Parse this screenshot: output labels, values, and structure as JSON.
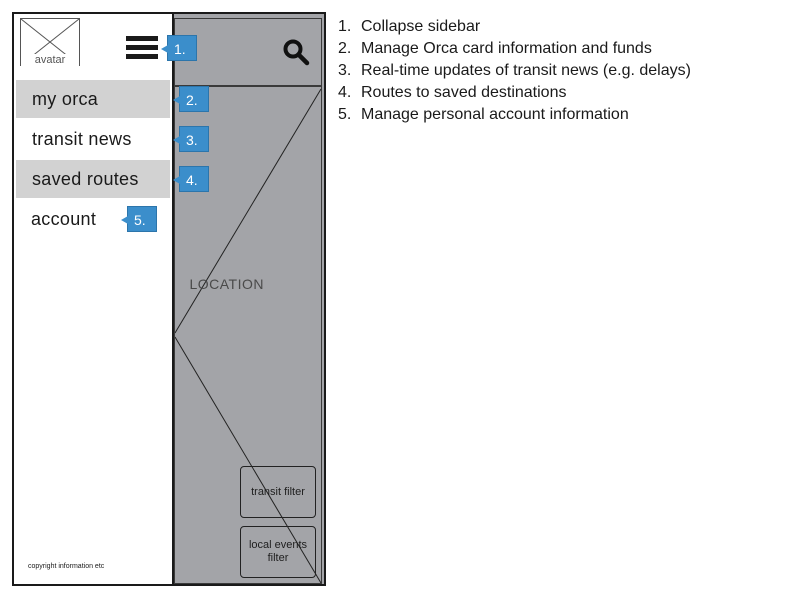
{
  "sidebar": {
    "avatar_label": "avatar",
    "menu_icon": "hamburger-menu-icon",
    "items": [
      {
        "label": "my orca"
      },
      {
        "label": "transit news"
      },
      {
        "label": "saved routes"
      },
      {
        "label": "account"
      }
    ],
    "footer": "copyright information etc"
  },
  "map": {
    "search_icon": "search-icon",
    "location_label": "LOCATION",
    "filters": [
      {
        "label": "transit filter"
      },
      {
        "label": "local events filter"
      }
    ]
  },
  "callouts": [
    "1.",
    "2.",
    "3.",
    "4.",
    "5."
  ],
  "legend": [
    {
      "number": "1.",
      "text": "Collapse sidebar"
    },
    {
      "number": "2.",
      "text": "Manage Orca card information and funds"
    },
    {
      "number": "3.",
      "text": "Real-time updates of transit news (e.g. delays)"
    },
    {
      "number": "4.",
      "text": "Routes to saved destinations"
    },
    {
      "number": "5.",
      "text": "Manage personal account information"
    }
  ],
  "colors": {
    "callout": "#3b8ecb",
    "map_background": "#a3a4a8",
    "selected_item": "#d2d2d2"
  }
}
